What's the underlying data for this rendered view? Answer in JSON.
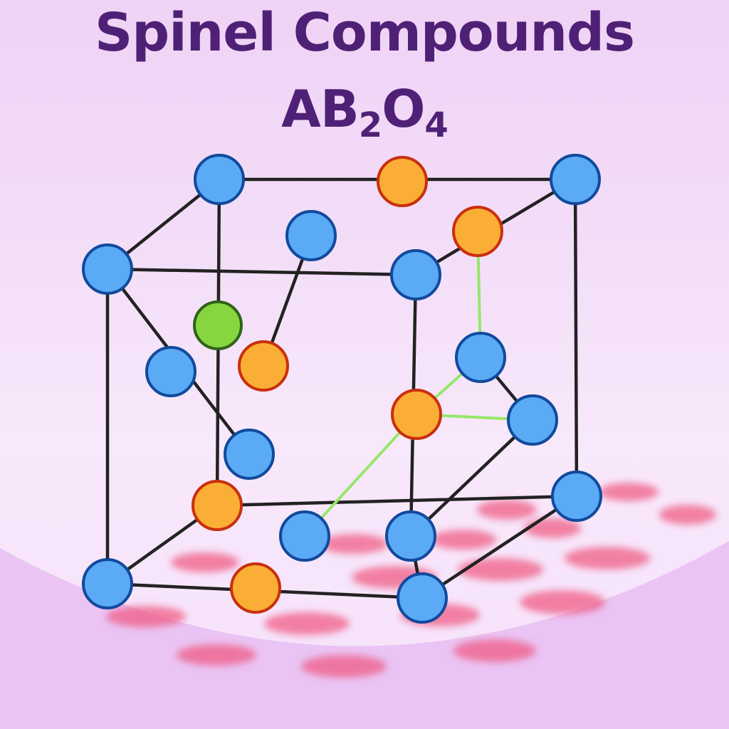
{
  "title": "Spinel Compounds",
  "formula": {
    "parts": [
      {
        "text": "AB",
        "sub": false
      },
      {
        "text": "2",
        "sub": true
      },
      {
        "text": "O",
        "sub": false
      },
      {
        "text": "4",
        "sub": true
      }
    ]
  },
  "colors": {
    "title": "#4e2176",
    "blue_atom_fill": "#5aaaf5",
    "blue_atom_stroke": "#114a9c",
    "orange_atom_fill": "#fbae35",
    "orange_atom_stroke": "#c8300f",
    "green_atom_fill": "#87d640",
    "green_atom_stroke": "#2e6318",
    "bond": "#222222",
    "green_bond": "#95e86a",
    "shadow_spot": "#f0557e"
  },
  "atoms": [
    {
      "id": "b1",
      "type": "blue"
    },
    {
      "id": "o1",
      "type": "orange"
    },
    {
      "id": "b2",
      "type": "blue"
    },
    {
      "id": "b3",
      "type": "blue"
    },
    {
      "id": "o2",
      "type": "orange"
    },
    {
      "id": "b4",
      "type": "blue"
    },
    {
      "id": "b5",
      "type": "blue"
    },
    {
      "id": "g1",
      "type": "green"
    },
    {
      "id": "o3",
      "type": "orange"
    },
    {
      "id": "b6",
      "type": "blue"
    },
    {
      "id": "b7",
      "type": "blue"
    },
    {
      "id": "o4",
      "type": "orange"
    },
    {
      "id": "b8",
      "type": "blue"
    },
    {
      "id": "b9",
      "type": "blue"
    },
    {
      "id": "o5",
      "type": "orange"
    },
    {
      "id": "b10",
      "type": "blue"
    },
    {
      "id": "b11",
      "type": "blue"
    },
    {
      "id": "b12",
      "type": "blue"
    },
    {
      "id": "o6",
      "type": "orange"
    },
    {
      "id": "b13",
      "type": "blue"
    }
  ]
}
